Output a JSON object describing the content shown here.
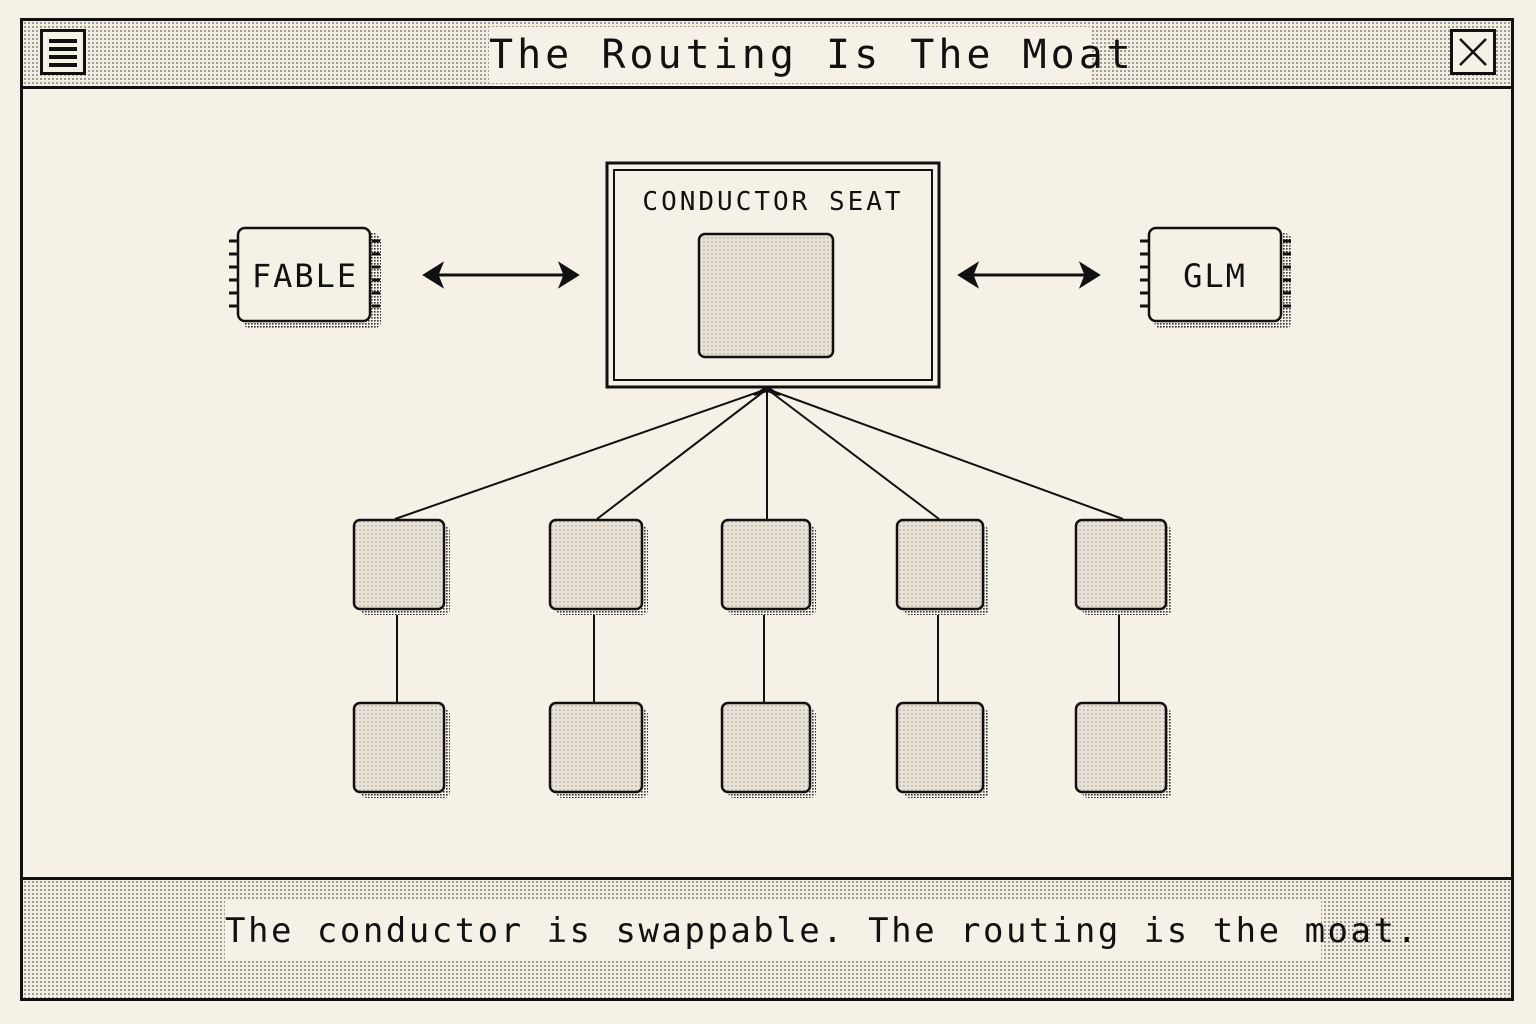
{
  "window": {
    "title": "The Routing Is The Moat",
    "menu_icon": "hamburger-menu-icon",
    "close_icon": "close-x-icon"
  },
  "diagram": {
    "conductor_label": "CONDUCTOR SEAT",
    "left_model_label": "FABLE",
    "right_model_label": "GLM",
    "left_connector": "bidirectional-arrow",
    "right_connector": "bidirectional-arrow",
    "worker_columns": 5,
    "nodes_per_column": 2
  },
  "status": {
    "caption": "The conductor is swappable. The routing is the moat."
  },
  "colors": {
    "background": "#f6f1e7",
    "ink": "#111111",
    "node_fill": "#e7e1d5",
    "dither": "#8c877e"
  }
}
